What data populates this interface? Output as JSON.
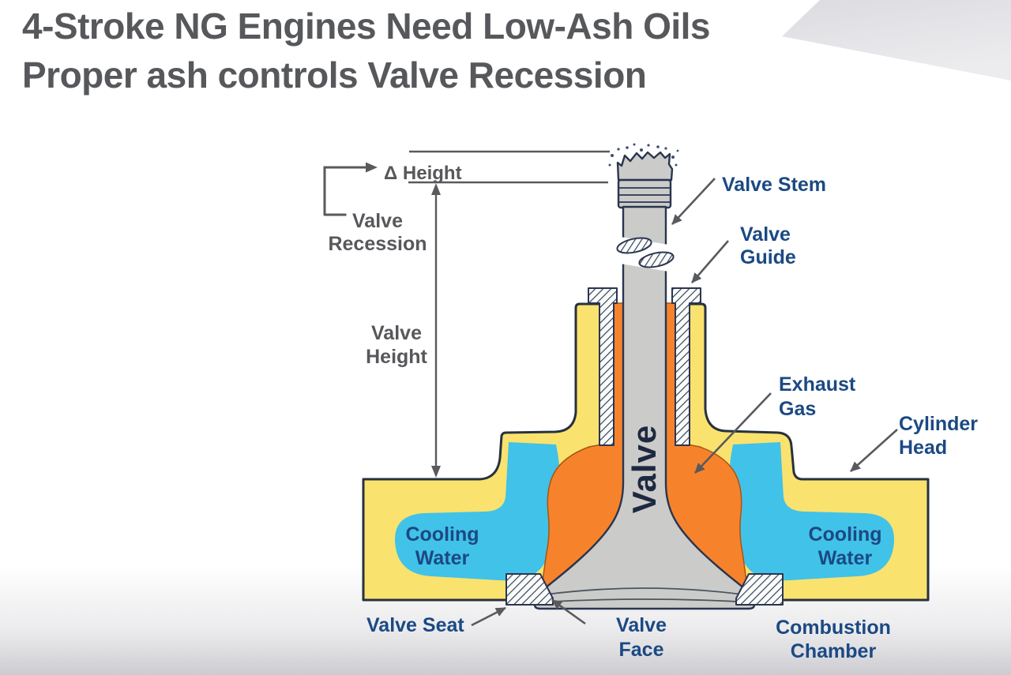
{
  "title": {
    "line1": "4-Stroke NG Engines Need Low-Ash Oils",
    "line2": "Proper ash controls Valve Recession"
  },
  "diagram": {
    "dimension_labels": {
      "delta_height": "Δ Height",
      "valve_recession": "Valve\nRecession",
      "valve_height": "Valve\nHeight"
    },
    "part_labels": {
      "valve_stem": "Valve Stem",
      "valve_guide": "Valve\nGuide",
      "exhaust_gas": "Exhaust\nGas",
      "cylinder_head": "Cylinder\nHead",
      "cooling_water_left": "Cooling\nWater",
      "cooling_water_right": "Cooling\nWater",
      "valve_rotated": "Valve",
      "valve_seat": "Valve Seat",
      "valve_face": "Valve\nFace",
      "combustion_chamber": "Combustion\nChamber"
    }
  },
  "colors": {
    "head-yellow": "#fae26e",
    "exhaust-orange": "#f6832c",
    "water-blue": "#41c2e9",
    "valve-gray": "#cbcbc9",
    "outline-dark": "#27313f",
    "label-blue": "#1b4983",
    "label-gray": "#57585b",
    "arrow-gray": "#595a5e",
    "valve-text": "#1c2940",
    "bg-wedge": "#e4e4e7"
  }
}
